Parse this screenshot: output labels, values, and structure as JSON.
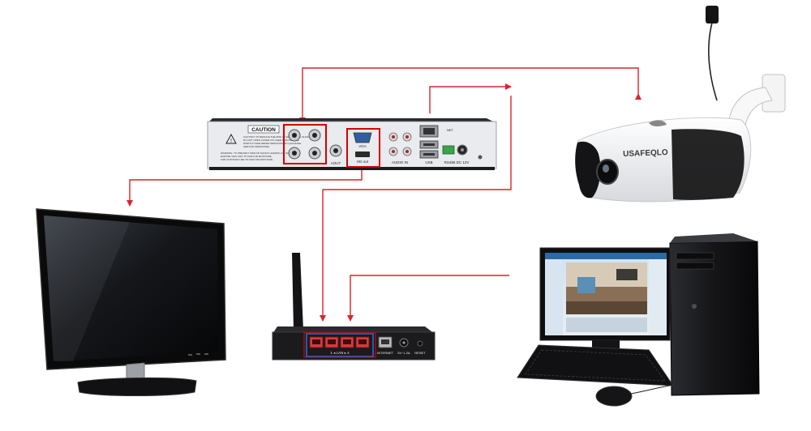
{
  "colors": {
    "connection": "#d9252b",
    "highlight": "#d40000",
    "lan_highlight": "#1f6fd1",
    "device_body": "#1c1c1e",
    "dvr_panel": "#e9ebee"
  },
  "dvr": {
    "caution_title": "CAUTION",
    "caution_lines": [
      "CAUTION: TO REDUCE THE RISK OF ELECTRICAL SHOCK",
      "DO NOT OPEN COVER NO USER SERVICEABLE",
      "PARTS IN SIDE REFER SERVICING TO QUALIFIED",
      "SERVICE PERSONNEL"
    ],
    "warning_lines": [
      "WARNING: TO PREVENT FIRE OR SHOCK HAZARD, DO NOT",
      "EXPOSE THIS UNIT TO RAIN OR MOISTURE",
      "FOR OUTDOOR USE TO RAIN OR MOISTURE"
    ],
    "aout_label": "AOUT",
    "vga_label": "VGA",
    "hdmi_label": "HD out",
    "audio_in_label": "AUDIO IN",
    "usb_label": "USB",
    "net_label": "NET",
    "power_label": "RS485  DC 12V"
  },
  "camera": {
    "brand": "USAFEQLO"
  },
  "router": {
    "lan_label": "1  ◂  LAN  ▸  4",
    "internet_label": "INTERNET",
    "power_label": "5V~1.2A",
    "reset_label": "RESET"
  },
  "computer": {}
}
